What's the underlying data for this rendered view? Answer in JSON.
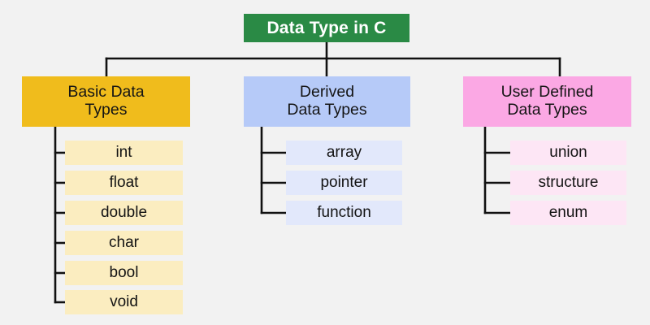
{
  "diagram": {
    "title": "Data Type in C",
    "background_color": "#f2f2f2",
    "line_color": "#111111",
    "root": {
      "label": "Data Type in C",
      "fill": "#2a8a45",
      "text_color": "#ffffff"
    },
    "categories": [
      {
        "id": "basic",
        "label": "Basic Data\nTypes",
        "fill": "#f0bc1c",
        "leaf_fill": "#fbedc0",
        "leaves": [
          "int",
          "float",
          "double",
          "char",
          "bool",
          "void"
        ]
      },
      {
        "id": "derived",
        "label": "Derived\nData Types",
        "fill": "#b6caf8",
        "leaf_fill": "#e2e8fb",
        "leaves": [
          "array",
          "pointer",
          "function"
        ]
      },
      {
        "id": "user-defined",
        "label": "User Defined\nData Types",
        "fill": "#fba8e4",
        "leaf_fill": "#fde6f5",
        "leaves": [
          "union",
          "structure",
          "enum"
        ]
      }
    ]
  }
}
